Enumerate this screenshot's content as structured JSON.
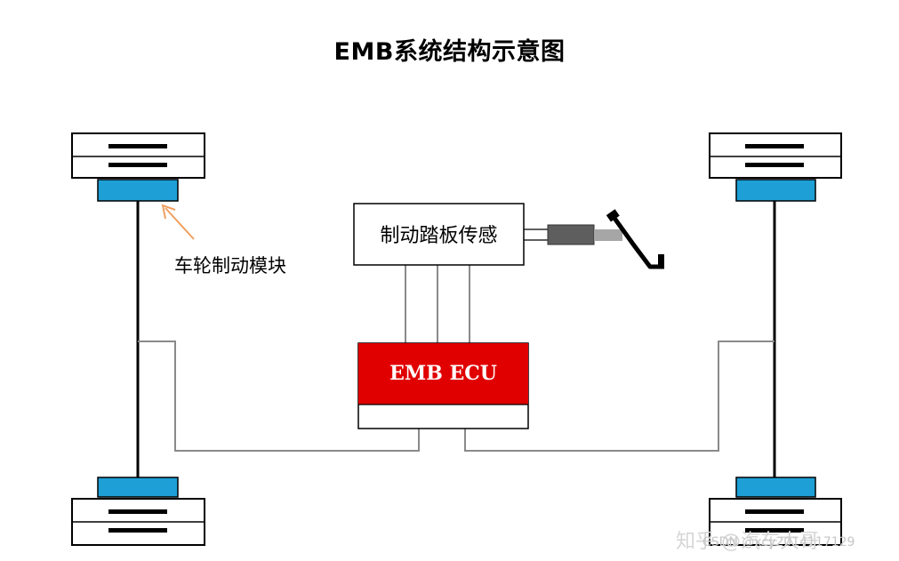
{
  "title": "EMB系统结构示意图",
  "labels": {
    "wheel_module": "车轮制动模块",
    "pedal_sensor": "制动踏板传感",
    "ecu": "EMB ECU"
  },
  "watermark": {
    "zhihu": "知乎 @汽车大哥",
    "csdn": "CSDN @xcy2014117129"
  },
  "colors": {
    "ecu_red": "#e00000",
    "module_blue": "#1e9fd6",
    "arrow_orange": "#f0a060",
    "line": "#000000",
    "wire": "#8a8a8a"
  }
}
